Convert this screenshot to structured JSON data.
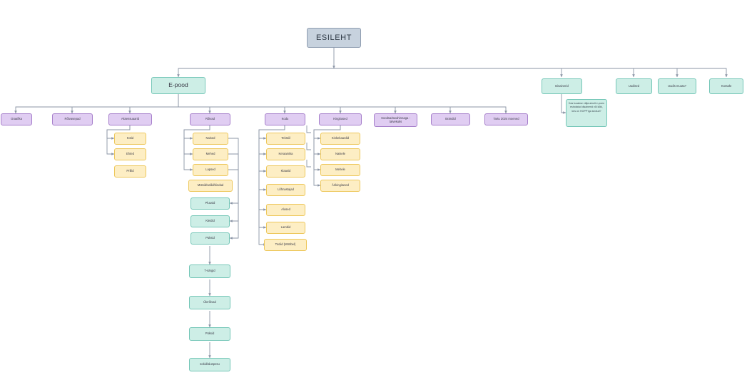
{
  "diagram": {
    "type": "sitemap-flowchart",
    "language": "Estonian",
    "title": "ESILEHT sitemap",
    "colors": {
      "root_fill": "#c7d2de",
      "root_stroke": "#8e9cb0",
      "teal_fill": "#cdeee6",
      "teal_stroke": "#76c7b8",
      "purple_fill": "#e0cdf2",
      "purple_stroke": "#a67fcb",
      "yellow_fill": "#fdeec4",
      "yellow_stroke": "#edc75a",
      "connector": "#8b95a6",
      "background": "#ffffff"
    }
  },
  "root": {
    "label": "ESILEHT"
  },
  "level1": [
    {
      "label": "E-pood"
    },
    {
      "label": "Disainerid"
    },
    {
      "label": "Uudised"
    },
    {
      "label": "Uudis muuta?"
    },
    {
      "label": "Kontakt"
    }
  ],
  "note": {
    "label": "Kas tuuakse välja ainult e-poes esindatud disainerid või kõik, kes on HOPP'iga seotud?"
  },
  "epood_children": [
    {
      "label": "Graafika"
    },
    {
      "label": "Rõivasepad"
    },
    {
      "label": "Aksessuaarid"
    },
    {
      "label": "Rõivad"
    },
    {
      "label": "Kodu"
    },
    {
      "label": "Kingitused"
    },
    {
      "label": "Soodsa/tavahinnaga - talvekuks"
    },
    {
      "label": "Brändid"
    },
    {
      "label": "Tartu 2024 moened"
    }
  ],
  "aksessuaarid_children": [
    {
      "label": "Kotid"
    },
    {
      "label": "Ehted"
    },
    {
      "label": "Prillid"
    }
  ],
  "roivad_children": [
    {
      "label": "Naised"
    },
    {
      "label": "Mehed"
    },
    {
      "label": "Lapsed"
    },
    {
      "label": "Mütsid/sallid/kindad"
    }
  ],
  "roivad_sub_teal": [
    {
      "label": "Pluusid"
    },
    {
      "label": "Kleidid"
    },
    {
      "label": "Püksid"
    }
  ],
  "roivad_chain": [
    {
      "label": "T-särgid"
    },
    {
      "label": "Ülerõivad"
    },
    {
      "label": "Püksid"
    },
    {
      "label": "sokid/aluspesu"
    }
  ],
  "kodu_children": [
    {
      "label": "Tekstiil"
    },
    {
      "label": "Keraamika"
    },
    {
      "label": "Klaasid"
    },
    {
      "label": "Lõhnastajad"
    },
    {
      "label": "Alused"
    },
    {
      "label": "Lambid"
    },
    {
      "label": "Toolid (Mööbel)"
    }
  ],
  "kingitused_children": [
    {
      "label": "Kinkekaardid"
    },
    {
      "label": "Naisele"
    },
    {
      "label": "Mehele"
    },
    {
      "label": "Ärikingitused"
    }
  ]
}
